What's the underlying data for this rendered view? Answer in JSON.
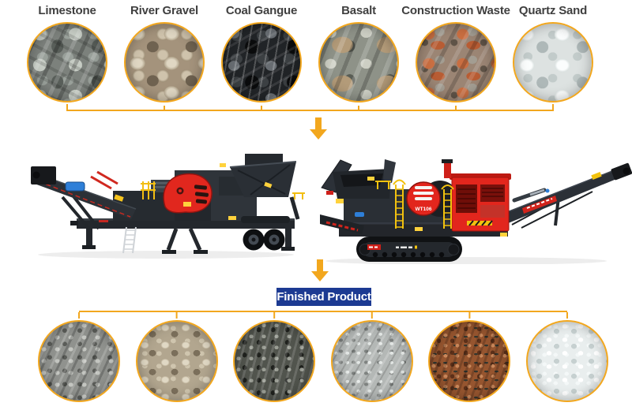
{
  "materials": {
    "items": [
      {
        "label": "Limestone",
        "photo": "limestone-rocks"
      },
      {
        "label": "River Gravel",
        "photo": "river-gravel-pebbles"
      },
      {
        "label": "Coal Gangue",
        "photo": "coal-gangue-lumps"
      },
      {
        "label": "Basalt",
        "photo": "basalt-rocks"
      },
      {
        "label": "Construction Waste",
        "photo": "construction-waste-debris"
      },
      {
        "label": "Quartz Sand",
        "photo": "quartz-sand-pebbles"
      }
    ]
  },
  "machines": {
    "flywheel_label": "WT106"
  },
  "finished": {
    "label": "Finished Product",
    "products": [
      {
        "photo": "gray-crushed-aggregate"
      },
      {
        "photo": "washed-river-pebbles"
      },
      {
        "photo": "dark-crushed-stone-mix"
      },
      {
        "photo": "light-gray-fine-gravel"
      },
      {
        "photo": "crushed-red-brick-fines"
      },
      {
        "photo": "white-quartz-sand"
      }
    ]
  },
  "colors": {
    "accent_gold": "#F2A71E",
    "navy_badge": "#1C3A92",
    "machine_red": "#E2261D",
    "label_text": "#3F3F3F"
  }
}
